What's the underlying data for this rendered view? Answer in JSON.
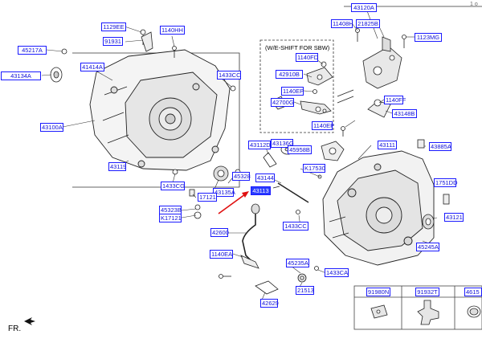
{
  "page_number": "1 o",
  "inset_title": "(W/E-SHIFT FOR SBW)",
  "front_label": "FR.",
  "callouts": [
    "43120A",
    "1129EE",
    "11408H",
    "91931",
    "45217A",
    "1140HH",
    "21825B",
    "1123MG",
    "41414A",
    "43134A",
    "1433CC",
    "1140FD",
    "42910B",
    "1140EP",
    "42700G",
    "1140FF",
    "43148B",
    "43100A",
    "1140EP",
    "43136G",
    "43112D",
    "45958B",
    "43111",
    "43885A",
    "43119",
    "45328",
    "43144",
    "K17530",
    "1433CG",
    "43135A",
    "17121",
    "43113",
    "1751DD",
    "45323B",
    "K17121",
    "1433CC",
    "43121",
    "42600",
    "45245A",
    "1140EA",
    "45235A",
    "1433CA",
    "21513",
    "42629",
    "91980N",
    "91932T",
    "4615"
  ]
}
